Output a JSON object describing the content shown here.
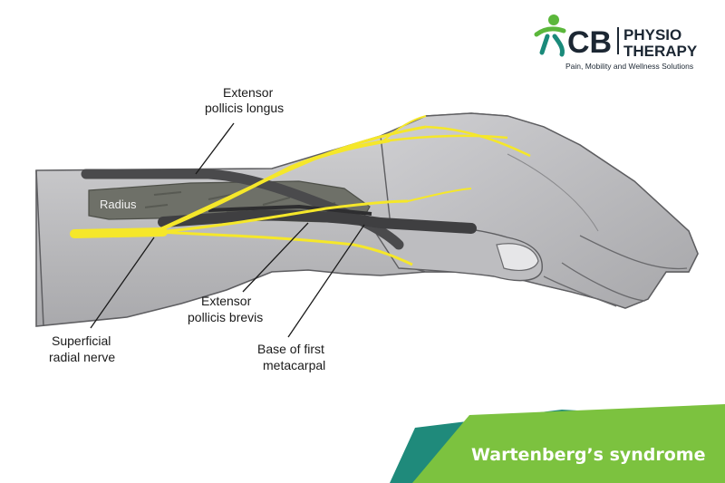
{
  "logo": {
    "brand_letters": "CB",
    "brand_line1": "PHYSIO",
    "brand_line2": "THERAPY",
    "tagline": "Pain, Mobility and Wellness Solutions",
    "icon": "figure-person-icon",
    "colors": {
      "green": "#5bb73b",
      "teal": "#1a8a7a",
      "dark": "#1c2733"
    }
  },
  "diagram": {
    "structures": {
      "radius": "Radius"
    },
    "labels": {
      "epl_line1": "Extensor",
      "epl_line2": "pollicis longus",
      "epb_line1": "Extensor",
      "epb_line2": "pollicis brevis",
      "srn_line1": "Superficial",
      "srn_line2": "radial nerve",
      "base_line1": "Base of first",
      "base_line2": "metacarpal"
    },
    "colors": {
      "skin": "#b9b9bc",
      "nerve": "#f5e72a",
      "tendon": "#4a4a4c",
      "bone": "#6d6f66"
    }
  },
  "banner": {
    "title": "Wartenberg’s syndrome",
    "colors": {
      "green": "#7cc23f",
      "teal": "#1f8a7b"
    }
  }
}
